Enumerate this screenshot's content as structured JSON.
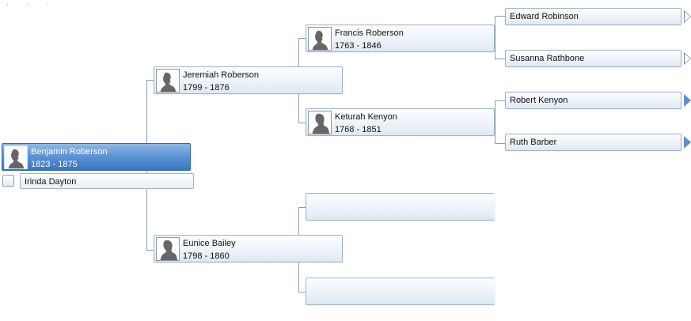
{
  "root": {
    "name": "Benjamin Roberson",
    "dates": "1823 - 1875",
    "spouse": "Irinda Dayton"
  },
  "father": {
    "name": "Jeremiah Roberson",
    "dates": "1799 - 1876"
  },
  "mother": {
    "name": "Eunice Bailey",
    "dates": "1798 - 1860"
  },
  "paternal_grandfather": {
    "name": "Francis Roberson",
    "dates": "1763 - 1846"
  },
  "paternal_grandmother": {
    "name": "Keturah Kenyon",
    "dates": "1768 - 1851"
  },
  "great_grandparents": [
    {
      "name": "Edward Robinson"
    },
    {
      "name": "Susanna Rathbone"
    },
    {
      "name": "Robert Kenyon"
    },
    {
      "name": "Ruth Barber"
    }
  ],
  "colors": {
    "selected": "#3a74bf",
    "card_border": "#9fb2c6",
    "connector": "#8aa0b8",
    "expand_arrow": "#5a8fd0"
  }
}
